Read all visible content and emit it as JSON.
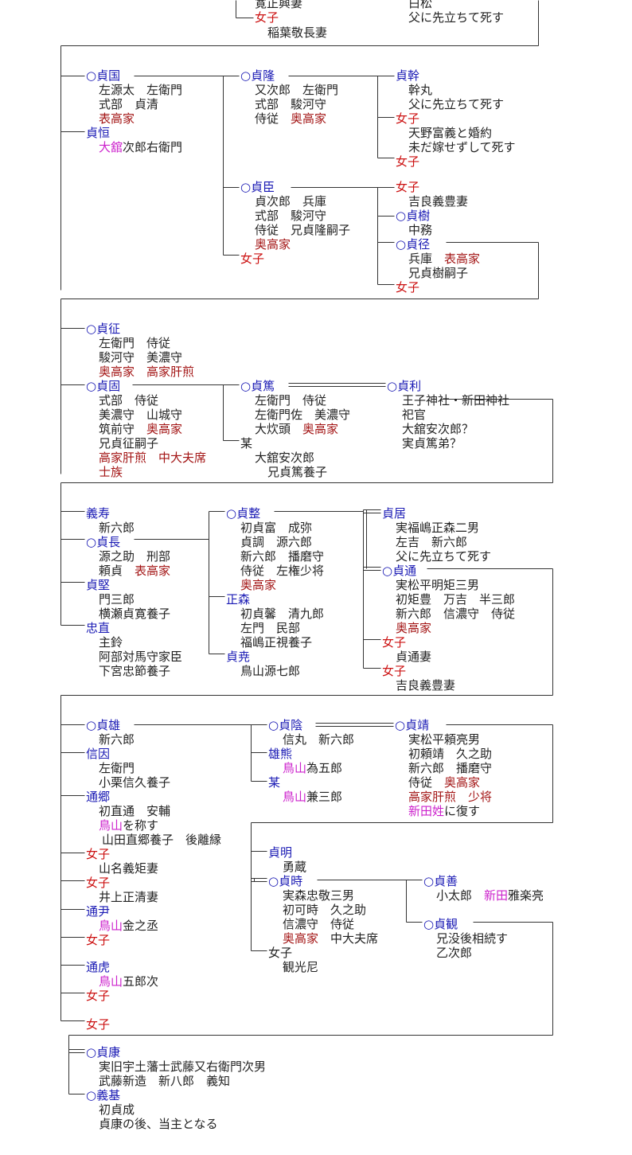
{
  "colors": {
    "name": "#1a1ab4",
    "female": "#cc1111",
    "house": "#a31515",
    "magenta": "#cc22cc",
    "text": "#222222",
    "line": "#333333"
  },
  "items": [
    {
      "id": "t01",
      "segs": [
        [
          "寛正興妻",
          "t"
        ]
      ]
    },
    {
      "id": "t02",
      "segs": [
        [
          "白松",
          "t"
        ]
      ]
    },
    {
      "id": "t03",
      "segs": [
        [
          "女子",
          "f"
        ]
      ]
    },
    {
      "id": "t04",
      "segs": [
        [
          "父に先立ちて死す",
          "t"
        ]
      ]
    },
    {
      "id": "t05",
      "segs": [
        [
          "稲葉敬長妻",
          "t"
        ]
      ]
    },
    {
      "id": "t06",
      "segs": [
        [
          "○貞国",
          "n"
        ]
      ]
    },
    {
      "id": "t07",
      "segs": [
        [
          "左源太　左衛門",
          "t"
        ]
      ]
    },
    {
      "id": "t08",
      "segs": [
        [
          "式部　貞清",
          "t"
        ]
      ]
    },
    {
      "id": "t09",
      "segs": [
        [
          "表高家",
          "h"
        ]
      ]
    },
    {
      "id": "t10",
      "segs": [
        [
          "貞恒",
          "n"
        ]
      ]
    },
    {
      "id": "t11",
      "segs": [
        [
          "大舘",
          "m"
        ],
        [
          "次郎右衛門",
          "t"
        ]
      ]
    },
    {
      "id": "t12",
      "segs": [
        [
          "○貞隆",
          "n"
        ]
      ]
    },
    {
      "id": "t13",
      "segs": [
        [
          "又次郎　左衛門",
          "t"
        ]
      ]
    },
    {
      "id": "t14",
      "segs": [
        [
          "式部　駿河守",
          "t"
        ]
      ]
    },
    {
      "id": "t15",
      "segs": [
        [
          "侍従　",
          "t"
        ],
        [
          "奥高家",
          "h"
        ]
      ]
    },
    {
      "id": "t16",
      "segs": [
        [
          "貞幹",
          "n"
        ]
      ]
    },
    {
      "id": "t17",
      "segs": [
        [
          "幹丸",
          "t"
        ]
      ]
    },
    {
      "id": "t18",
      "segs": [
        [
          "父に先立ちて死す",
          "t"
        ]
      ]
    },
    {
      "id": "t19",
      "segs": [
        [
          "女子",
          "f"
        ]
      ]
    },
    {
      "id": "t20",
      "segs": [
        [
          "天野富義と婚約",
          "t"
        ]
      ]
    },
    {
      "id": "t21",
      "segs": [
        [
          "未だ嫁せずして死す",
          "t"
        ]
      ]
    },
    {
      "id": "t22",
      "segs": [
        [
          "女子",
          "f"
        ]
      ]
    },
    {
      "id": "t23",
      "segs": [
        [
          "○貞臣",
          "n"
        ]
      ]
    },
    {
      "id": "t24",
      "segs": [
        [
          "貞次郎　兵庫",
          "t"
        ]
      ]
    },
    {
      "id": "t25",
      "segs": [
        [
          "式部　駿河守",
          "t"
        ]
      ]
    },
    {
      "id": "t26",
      "segs": [
        [
          "侍従　兄貞隆嗣子",
          "t"
        ]
      ]
    },
    {
      "id": "t27",
      "segs": [
        [
          "奥高家",
          "h"
        ]
      ]
    },
    {
      "id": "t28",
      "segs": [
        [
          "女子",
          "f"
        ]
      ]
    },
    {
      "id": "t29",
      "segs": [
        [
          "女子",
          "f"
        ]
      ]
    },
    {
      "id": "t30",
      "segs": [
        [
          "吉良義豊妻",
          "t"
        ]
      ]
    },
    {
      "id": "t31",
      "segs": [
        [
          "○貞樹",
          "n"
        ]
      ]
    },
    {
      "id": "t32",
      "segs": [
        [
          "中務",
          "t"
        ]
      ]
    },
    {
      "id": "t33",
      "segs": [
        [
          "○貞径",
          "n"
        ]
      ]
    },
    {
      "id": "t34",
      "segs": [
        [
          "兵庫　",
          "t"
        ],
        [
          "表高家",
          "h"
        ]
      ]
    },
    {
      "id": "t35",
      "segs": [
        [
          "兄貞樹嗣子",
          "t"
        ]
      ]
    },
    {
      "id": "t36",
      "segs": [
        [
          "女子",
          "f"
        ]
      ]
    },
    {
      "id": "t37",
      "segs": [
        [
          "○貞征",
          "n"
        ]
      ]
    },
    {
      "id": "t38",
      "segs": [
        [
          "左衛門　侍従",
          "t"
        ]
      ]
    },
    {
      "id": "t39",
      "segs": [
        [
          "駿河守　美濃守",
          "t"
        ]
      ]
    },
    {
      "id": "t40",
      "segs": [
        [
          "奥高家　高家肝煎",
          "h"
        ]
      ]
    },
    {
      "id": "t41",
      "segs": [
        [
          "○貞固",
          "n"
        ]
      ]
    },
    {
      "id": "t42",
      "segs": [
        [
          "式部　侍従",
          "t"
        ]
      ]
    },
    {
      "id": "t43",
      "segs": [
        [
          "美濃守　山城守",
          "t"
        ]
      ]
    },
    {
      "id": "t44",
      "segs": [
        [
          "筑前守　",
          "t"
        ],
        [
          "奥高家",
          "h"
        ]
      ]
    },
    {
      "id": "t45",
      "segs": [
        [
          "兄貞征嗣子",
          "t"
        ]
      ]
    },
    {
      "id": "t46",
      "segs": [
        [
          "高家肝煎　中大夫席",
          "h"
        ]
      ]
    },
    {
      "id": "t47",
      "segs": [
        [
          "士族",
          "h"
        ]
      ]
    },
    {
      "id": "t48",
      "segs": [
        [
          "○貞篤",
          "n"
        ]
      ]
    },
    {
      "id": "t49",
      "segs": [
        [
          "左衛門　侍従",
          "t"
        ]
      ]
    },
    {
      "id": "t50",
      "segs": [
        [
          "左衛門佐　美濃守",
          "t"
        ]
      ]
    },
    {
      "id": "t51",
      "segs": [
        [
          "大炊頭　",
          "t"
        ],
        [
          "奥高家",
          "h"
        ]
      ]
    },
    {
      "id": "t52",
      "segs": [
        [
          "某",
          "t"
        ]
      ]
    },
    {
      "id": "t53",
      "segs": [
        [
          "大舘安次郎",
          "t"
        ]
      ]
    },
    {
      "id": "t54",
      "segs": [
        [
          "兄貞篤養子",
          "t"
        ]
      ]
    },
    {
      "id": "t55",
      "segs": [
        [
          "○貞利",
          "n"
        ]
      ]
    },
    {
      "id": "t56",
      "segs": [
        [
          "王子神社・新田神社",
          "t"
        ]
      ]
    },
    {
      "id": "t57",
      "segs": [
        [
          "祀官",
          "t"
        ]
      ]
    },
    {
      "id": "t58",
      "segs": [
        [
          "大舘安次郎？",
          "t"
        ]
      ]
    },
    {
      "id": "t59",
      "segs": [
        [
          "実貞篤弟？",
          "t"
        ]
      ]
    },
    {
      "id": "t60",
      "segs": [
        [
          "義寿",
          "n"
        ]
      ]
    },
    {
      "id": "t61",
      "segs": [
        [
          "新六郎",
          "t"
        ]
      ]
    },
    {
      "id": "t62",
      "segs": [
        [
          "○貞長",
          "n"
        ]
      ]
    },
    {
      "id": "t63",
      "segs": [
        [
          "源之助　刑部",
          "t"
        ]
      ]
    },
    {
      "id": "t64",
      "segs": [
        [
          "頼貞　",
          "t"
        ],
        [
          "表高家",
          "h"
        ]
      ]
    },
    {
      "id": "t65",
      "segs": [
        [
          "貞堅",
          "n"
        ]
      ]
    },
    {
      "id": "t66",
      "segs": [
        [
          "門三郎",
          "t"
        ]
      ]
    },
    {
      "id": "t67",
      "segs": [
        [
          "横瀬貞寛養子",
          "t"
        ]
      ]
    },
    {
      "id": "t68",
      "segs": [
        [
          "忠直",
          "n"
        ]
      ]
    },
    {
      "id": "t69",
      "segs": [
        [
          "主鈴",
          "t"
        ]
      ]
    },
    {
      "id": "t70",
      "segs": [
        [
          "阿部対馬守家臣",
          "t"
        ]
      ]
    },
    {
      "id": "t71",
      "segs": [
        [
          "下宮忠節養子",
          "t"
        ]
      ]
    },
    {
      "id": "t72",
      "segs": [
        [
          "○貞整",
          "n"
        ]
      ]
    },
    {
      "id": "t73",
      "segs": [
        [
          "初貞富　成弥",
          "t"
        ]
      ]
    },
    {
      "id": "t74",
      "segs": [
        [
          "貞調　源六郎",
          "t"
        ]
      ]
    },
    {
      "id": "t75",
      "segs": [
        [
          "新六郎　播磨守",
          "t"
        ]
      ]
    },
    {
      "id": "t76",
      "segs": [
        [
          "侍従　左権少将",
          "t"
        ]
      ]
    },
    {
      "id": "t77",
      "segs": [
        [
          "奥高家",
          "h"
        ]
      ]
    },
    {
      "id": "t78",
      "segs": [
        [
          "正森",
          "n"
        ]
      ]
    },
    {
      "id": "t79",
      "segs": [
        [
          "初貞馨　清九郎",
          "t"
        ]
      ]
    },
    {
      "id": "t80",
      "segs": [
        [
          "左門　民部",
          "t"
        ]
      ]
    },
    {
      "id": "t81",
      "segs": [
        [
          "福嶋正視養子",
          "t"
        ]
      ]
    },
    {
      "id": "t82",
      "segs": [
        [
          "貞尭",
          "n"
        ]
      ]
    },
    {
      "id": "t83",
      "segs": [
        [
          "鳥山源七郎",
          "t"
        ]
      ]
    },
    {
      "id": "t84",
      "segs": [
        [
          "貞居",
          "n"
        ]
      ]
    },
    {
      "id": "t85",
      "segs": [
        [
          "実福嶋正森二男",
          "t"
        ]
      ]
    },
    {
      "id": "t86",
      "segs": [
        [
          "左吉　新六郎",
          "t"
        ]
      ]
    },
    {
      "id": "t87",
      "segs": [
        [
          "父に先立ちて死す",
          "t"
        ]
      ]
    },
    {
      "id": "t88",
      "segs": [
        [
          "○貞通",
          "n"
        ]
      ]
    },
    {
      "id": "t89",
      "segs": [
        [
          "実松平明矩三男",
          "t"
        ]
      ]
    },
    {
      "id": "t90",
      "segs": [
        [
          "初矩豊　万吉　半三郎",
          "t"
        ]
      ]
    },
    {
      "id": "t91",
      "segs": [
        [
          "新六郎　信濃守　侍従",
          "t"
        ]
      ]
    },
    {
      "id": "t92",
      "segs": [
        [
          "奥高家",
          "h"
        ]
      ]
    },
    {
      "id": "t93",
      "segs": [
        [
          "女子",
          "f"
        ]
      ]
    },
    {
      "id": "t94",
      "segs": [
        [
          "貞通妻",
          "t"
        ]
      ]
    },
    {
      "id": "t95",
      "segs": [
        [
          "女子",
          "f"
        ]
      ]
    },
    {
      "id": "t96",
      "segs": [
        [
          "吉良義豊妻",
          "t"
        ]
      ]
    },
    {
      "id": "t97",
      "segs": [
        [
          "○貞雄",
          "n"
        ]
      ]
    },
    {
      "id": "t98",
      "segs": [
        [
          "新六郎",
          "t"
        ]
      ]
    },
    {
      "id": "t99",
      "segs": [
        [
          "信因",
          "n"
        ]
      ]
    },
    {
      "id": "t100",
      "segs": [
        [
          "左衛門",
          "t"
        ]
      ]
    },
    {
      "id": "t101",
      "segs": [
        [
          "小栗信久養子",
          "t"
        ]
      ]
    },
    {
      "id": "t102",
      "segs": [
        [
          "通郷",
          "n"
        ]
      ]
    },
    {
      "id": "t103",
      "segs": [
        [
          "初直通　安輔",
          "t"
        ]
      ]
    },
    {
      "id": "t104",
      "segs": [
        [
          "鳥山",
          "m"
        ],
        [
          "を称す",
          "t"
        ]
      ]
    },
    {
      "id": "t105",
      "segs": [
        [
          "山田直郷養子　後離縁",
          "t"
        ]
      ]
    },
    {
      "id": "t106",
      "segs": [
        [
          "女子",
          "f"
        ]
      ]
    },
    {
      "id": "t107",
      "segs": [
        [
          "山名義矩妻",
          "t"
        ]
      ]
    },
    {
      "id": "t108",
      "segs": [
        [
          "女子",
          "f"
        ]
      ]
    },
    {
      "id": "t109",
      "segs": [
        [
          "井上正清妻",
          "t"
        ]
      ]
    },
    {
      "id": "t110",
      "segs": [
        [
          "通尹",
          "n"
        ]
      ]
    },
    {
      "id": "t111",
      "segs": [
        [
          "鳥山",
          "m"
        ],
        [
          "金之丞",
          "t"
        ]
      ]
    },
    {
      "id": "t112",
      "segs": [
        [
          "女子",
          "f"
        ]
      ]
    },
    {
      "id": "t113",
      "segs": [
        [
          "通虎",
          "n"
        ]
      ]
    },
    {
      "id": "t114",
      "segs": [
        [
          "鳥山",
          "m"
        ],
        [
          "五郎次",
          "t"
        ]
      ]
    },
    {
      "id": "t115",
      "segs": [
        [
          "女子",
          "f"
        ]
      ]
    },
    {
      "id": "t116",
      "segs": [
        [
          "女子",
          "f"
        ]
      ]
    },
    {
      "id": "t117",
      "segs": [
        [
          "○貞陰",
          "n"
        ]
      ]
    },
    {
      "id": "t118",
      "segs": [
        [
          "信丸　新六郎",
          "t"
        ]
      ]
    },
    {
      "id": "t119",
      "segs": [
        [
          "雄熊",
          "n"
        ]
      ]
    },
    {
      "id": "t120",
      "segs": [
        [
          "鳥山",
          "m"
        ],
        [
          "為五郎",
          "t"
        ]
      ]
    },
    {
      "id": "t121",
      "segs": [
        [
          "某",
          "n"
        ]
      ]
    },
    {
      "id": "t122",
      "segs": [
        [
          "鳥山",
          "m"
        ],
        [
          "兼三郎",
          "t"
        ]
      ]
    },
    {
      "id": "t123",
      "segs": [
        [
          "○貞靖",
          "n"
        ]
      ]
    },
    {
      "id": "t124",
      "segs": [
        [
          "実松平頼亮男",
          "t"
        ]
      ]
    },
    {
      "id": "t125",
      "segs": [
        [
          "初頼靖　久之助",
          "t"
        ]
      ]
    },
    {
      "id": "t126",
      "segs": [
        [
          "新六郎　播磨守",
          "t"
        ]
      ]
    },
    {
      "id": "t127",
      "segs": [
        [
          "侍従　",
          "t"
        ],
        [
          "奥高家",
          "h"
        ]
      ]
    },
    {
      "id": "t128",
      "segs": [
        [
          "高家肝煎　少将",
          "h"
        ]
      ]
    },
    {
      "id": "t129",
      "segs": [
        [
          "新田姓",
          "m"
        ],
        [
          "に復す",
          "t"
        ]
      ]
    },
    {
      "id": "t130",
      "segs": [
        [
          "貞明",
          "n"
        ]
      ]
    },
    {
      "id": "t131",
      "segs": [
        [
          "勇蔵",
          "t"
        ]
      ]
    },
    {
      "id": "t132",
      "segs": [
        [
          "○貞時",
          "n"
        ]
      ]
    },
    {
      "id": "t133",
      "segs": [
        [
          "実森忠敬三男",
          "t"
        ]
      ]
    },
    {
      "id": "t134",
      "segs": [
        [
          "初可時　久之助",
          "t"
        ]
      ]
    },
    {
      "id": "t135",
      "segs": [
        [
          "信濃守　侍従",
          "t"
        ]
      ]
    },
    {
      "id": "t136",
      "segs": [
        [
          "奥高家",
          "h"
        ],
        [
          "　中大夫席",
          "t"
        ]
      ]
    },
    {
      "id": "t137",
      "segs": [
        [
          "女子",
          "t"
        ]
      ]
    },
    {
      "id": "t138",
      "segs": [
        [
          "観光尼",
          "t"
        ]
      ]
    },
    {
      "id": "t139",
      "segs": [
        [
          "○貞善",
          "n"
        ]
      ]
    },
    {
      "id": "t140",
      "segs": [
        [
          "小太郎　",
          "t"
        ],
        [
          "新田",
          "m"
        ],
        [
          "雅楽亮",
          "t"
        ]
      ]
    },
    {
      "id": "t141",
      "segs": [
        [
          "○貞観",
          "n"
        ]
      ]
    },
    {
      "id": "t142",
      "segs": [
        [
          "兄没後相続す",
          "t"
        ]
      ]
    },
    {
      "id": "t143",
      "segs": [
        [
          "乙次郎",
          "t"
        ]
      ]
    },
    {
      "id": "t144",
      "segs": [
        [
          "○貞康",
          "n"
        ]
      ]
    },
    {
      "id": "t145",
      "segs": [
        [
          "実旧宇土藩士武藤又右衛門次男",
          "t"
        ]
      ]
    },
    {
      "id": "t146",
      "segs": [
        [
          "武藤新造　新八郎　義知",
          "t"
        ]
      ]
    },
    {
      "id": "t147",
      "segs": [
        [
          "○義基",
          "n"
        ]
      ]
    },
    {
      "id": "t148",
      "segs": [
        [
          "初貞成",
          "t"
        ]
      ]
    },
    {
      "id": "t149",
      "segs": [
        [
          "貞康の後、当主となる",
          "t"
        ]
      ]
    }
  ]
}
